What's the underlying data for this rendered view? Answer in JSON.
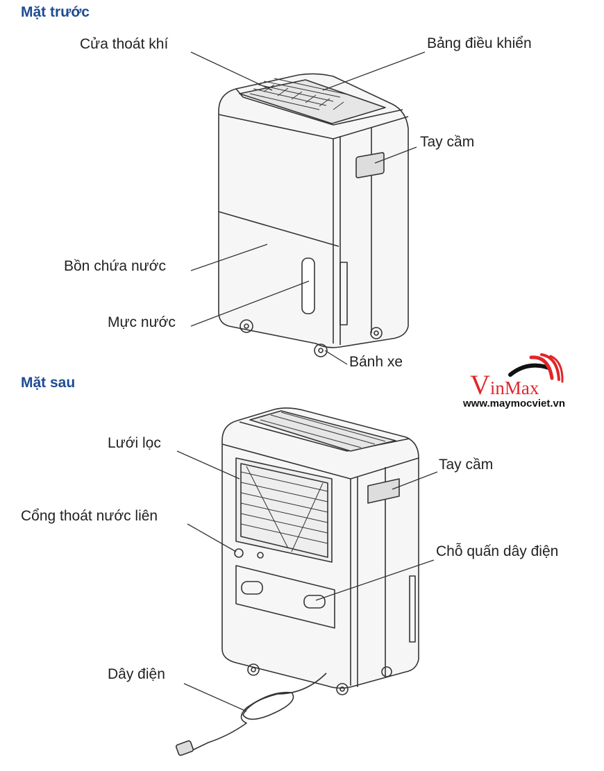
{
  "front": {
    "title": "Mặt trước",
    "labels": {
      "air_outlet": "Cửa thoát khí",
      "control_panel": "Bảng điều khiển",
      "handle": "Tay cầm",
      "water_tank": "Bồn chứa nước",
      "water_level": "Mực nước",
      "wheels": "Bánh xe"
    }
  },
  "back": {
    "title": "Mặt sau",
    "labels": {
      "filter": "Lưới lọc",
      "drain_port": "Cổng thoát nước liên",
      "handle": "Tay cầm",
      "cord_wrap": "Chỗ quấn dây điện",
      "power_cord": "Dây điện"
    }
  },
  "logo": {
    "brand_initial": "V",
    "brand_rest": "inMax",
    "url": "www.maymocviet.vn",
    "colors": {
      "red": "#e0262a",
      "black": "#111111"
    }
  },
  "colors": {
    "title": "#1f4a93",
    "text": "#222222",
    "line": "#333333"
  }
}
